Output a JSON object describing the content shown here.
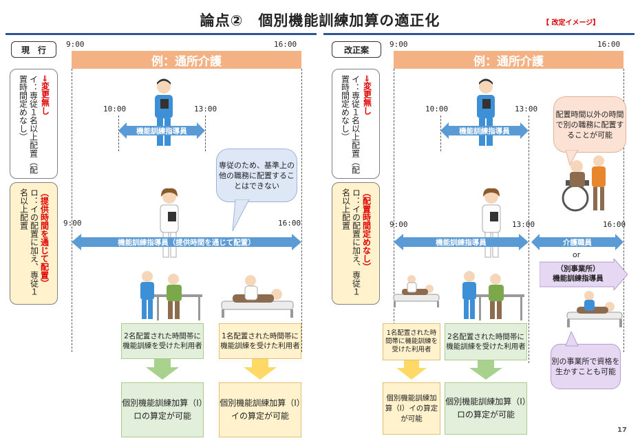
{
  "title": "論点②　個別機能訓練加算の適正化",
  "revision_tag": "【 改定イメージ】",
  "page_number": "17",
  "left": {
    "badge": "現　行",
    "time_start": "9:00",
    "time_end": "16:00",
    "header": "例：通所介護",
    "box_i": "イ：専従１名以上配置（配置時間定めなし）",
    "box_i_red": "⇒変更無し",
    "box_ro": "ロ：イの配置に加え、専従１名以上配置",
    "box_ro_red": "（提供時間を通じて配置）",
    "t_10": "10:00",
    "t_13": "13:00",
    "staff_arrow": "機能訓練指導員",
    "bubble": "専従のため、基準上の他の職務に配置することはできない",
    "t_9b": "9:00",
    "t_16b": "16:00",
    "long_arrow": "機能訓練指導員（提供時間を通じて配置）",
    "box_green": "2名配置された時間帯に機能訓練を受けた利用者",
    "box_yellow": "1名配置された時間帯に機能訓練を受けた利用者",
    "res_green": "個別機能訓練加算（Ⅰ）ロの算定が可能",
    "res_yellow": "個別機能訓練加算（Ⅰ）イの算定が可能"
  },
  "right": {
    "badge": "改正案",
    "time_start": "9:00",
    "time_end": "16:00",
    "header": "例：通所介護",
    "box_i": "イ：専従１名以上配置（配置時間定めなし）",
    "box_i_red": "⇒変更無し",
    "box_ro": "ロ：イの配置に加え、専従１名以上配置",
    "box_ro_red": "（配置時間定めなし）",
    "t_10": "10:00",
    "t_13": "13:00",
    "staff_arrow": "機能訓練指導員",
    "bubble_top": "配置時間以外の時間で別の職務に配置することが可能",
    "t_9b": "9:00",
    "t_13b": "13:00",
    "t_16b": "16:00",
    "long_arrow": "機能訓練指導員",
    "care_arrow": "介護職員",
    "or": "or",
    "purple_arrow_l1": "（別事業所）",
    "purple_arrow_l2": "機能訓練指導員",
    "bubble_bottom": "別の事業所で資格を生かすことも可能",
    "box_yellow": "1名配置された時間帯に機能訓練を受けた利用者",
    "box_green": "2名配置された時間帯に機能訓練を受けた利用者",
    "res_yellow": "個別機能訓練加算（Ⅰ）イの算定が可能",
    "res_green": "個別機能訓練加算（Ⅰ）ロの算定が可能"
  },
  "colors": {
    "header_orange": "#f4b183",
    "arrow_blue": "#5b9bd5",
    "yellow": "#fff2cc",
    "green": "#e2efda",
    "purple": "#e6d7f2",
    "red_text": "#e00000",
    "rule_blue": "#2f5597"
  },
  "illustrations": [
    "male-therapist-icon",
    "female-nurse-icon",
    "elderly-walking-training-icon",
    "bedside-care-icon",
    "wheelchair-caregiver-icon"
  ]
}
